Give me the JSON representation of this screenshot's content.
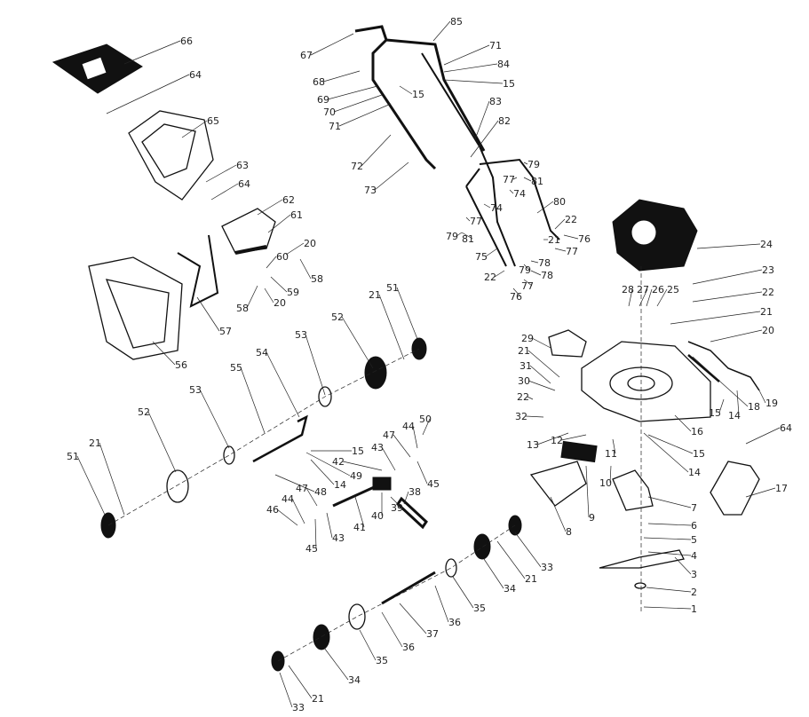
{
  "title": "Lawn mower exploded parts diagram",
  "part_labels": [
    "66",
    "64",
    "65",
    "63",
    "64",
    "62",
    "61",
    "20",
    "58",
    "60",
    "59",
    "58",
    "20",
    "57",
    "56",
    "67",
    "68",
    "69",
    "70",
    "71",
    "15",
    "72",
    "73",
    "85",
    "71",
    "84",
    "15",
    "83",
    "82",
    "79",
    "77",
    "81",
    "74",
    "74",
    "80",
    "77",
    "22",
    "21",
    "76",
    "77",
    "79",
    "81",
    "75",
    "78",
    "79",
    "78",
    "22",
    "77",
    "76",
    "24",
    "23",
    "22",
    "21",
    "20",
    "28",
    "27",
    "26",
    "25",
    "29",
    "21",
    "31",
    "30",
    "22",
    "32",
    "13",
    "12",
    "11",
    "10",
    "9",
    "8",
    "15",
    "14",
    "18",
    "19",
    "16",
    "15",
    "14",
    "64",
    "17",
    "7",
    "6",
    "5",
    "4",
    "3",
    "2",
    "1",
    "53",
    "52",
    "21",
    "51",
    "54",
    "55",
    "53",
    "52",
    "21",
    "51",
    "50",
    "47",
    "44",
    "43",
    "45",
    "42",
    "15",
    "49",
    "14",
    "48",
    "38",
    "39",
    "40",
    "41",
    "43",
    "47",
    "44",
    "46",
    "45",
    "33",
    "21",
    "34",
    "35",
    "36",
    "37",
    "36",
    "35",
    "34",
    "21",
    "33"
  ]
}
